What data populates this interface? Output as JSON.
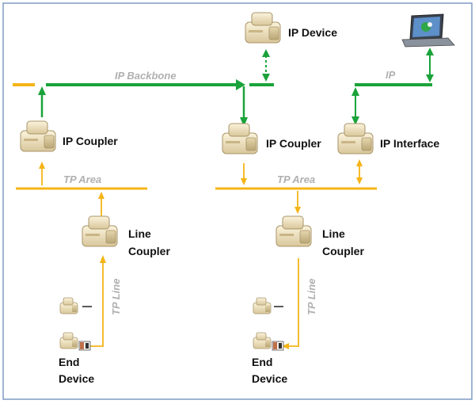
{
  "colors": {
    "ip_green": "#1aa33a",
    "tp_yellow": "#f5b417",
    "frame": "#7f9bc4",
    "label_gray": "#b0b0b0"
  },
  "buses": {
    "ip_backbone": "IP Backbone",
    "ip": "IP",
    "tp_area_left": "TP Area",
    "tp_area_right": "TP Area",
    "tp_line_left": "TP Line",
    "tp_line_right": "TP Line"
  },
  "devices": {
    "ip_device": "IP Device",
    "ip_coupler_left": "IP Coupler",
    "ip_coupler_mid": "IP Coupler",
    "ip_interface": "IP Interface",
    "line_coupler_left": [
      "Line",
      "Coupler"
    ],
    "line_coupler_right": [
      "Line",
      "Coupler"
    ],
    "end_device_left": [
      "End",
      "Device"
    ],
    "end_device_right": [
      "End",
      "Device"
    ]
  },
  "icons": {
    "device": "knx-device-icon",
    "laptop": "laptop-icon",
    "terminal": "bus-terminal-icon"
  }
}
